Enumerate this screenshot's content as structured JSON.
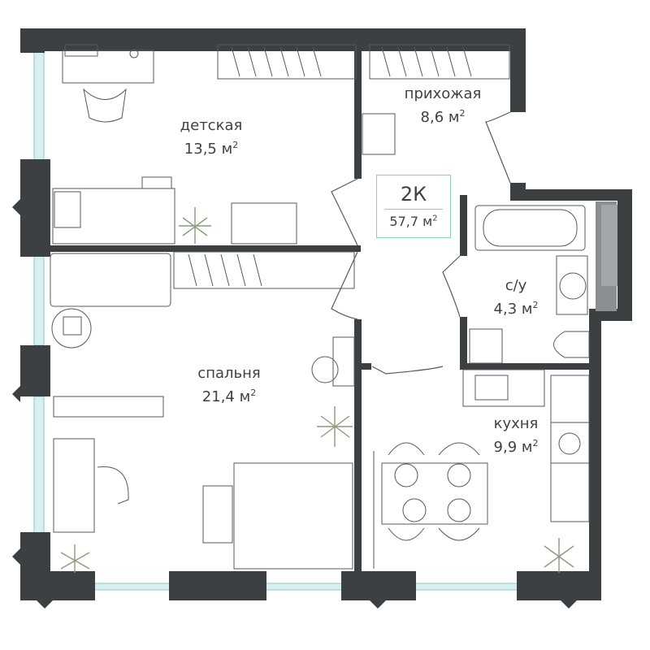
{
  "plan": {
    "apartment_code": "2К",
    "total_area": "57,7 м",
    "area_unit_sup": "2",
    "rooms": [
      {
        "id": "detskaya",
        "name": "детская",
        "area": "13,5 м"
      },
      {
        "id": "prihozhaya",
        "name": "прихожая",
        "area": "8,6 м"
      },
      {
        "id": "su",
        "name": "с/у",
        "area": "4,3 м"
      },
      {
        "id": "spalnya",
        "name": "спальня",
        "area": "21,4 м"
      },
      {
        "id": "kuhnya",
        "name": "кухня",
        "area": "9,9 м"
      }
    ]
  },
  "colors": {
    "wall": "#3d4043",
    "window": "#bfe3e6",
    "accent": "#8fc9c9",
    "furniture_line": "#55595c",
    "plant": "#8a9a7a",
    "glass": "#9a9da0"
  }
}
